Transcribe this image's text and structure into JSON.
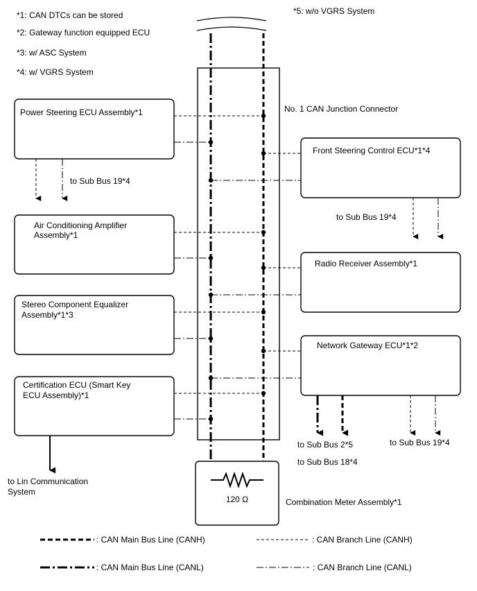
{
  "notes": {
    "n1": "*1: CAN DTCs can be stored",
    "n2": "*2: Gateway function equipped ECU",
    "n3": "*3: w/ ASC System",
    "n4": "*4: w/ VGRS System",
    "n5": "*5: w/o VGRS System"
  },
  "junction": {
    "label": "No. 1 CAN Junction Connector"
  },
  "ecus": {
    "power_steering": {
      "line1": "Power Steering ECU Assembly*1"
    },
    "air_conditioning": {
      "line1": "Air Conditioning Amplifier",
      "line2": "Assembly*1"
    },
    "stereo": {
      "line1": "Stereo Component Equalizer",
      "line2": "Assembly*1*3"
    },
    "certification": {
      "line1": "Certification ECU (Smart Key",
      "line2": "ECU Assembly)*1"
    },
    "front_steering": {
      "line1": "Front Steering Control ECU*1*4"
    },
    "radio": {
      "line1": "Radio Receiver Assembly*1"
    },
    "gateway": {
      "line1": "Network Gateway ECU*1*2"
    }
  },
  "sub_bus": {
    "ps": "to Sub Bus 19*4",
    "fs": "to Sub Bus 19*4",
    "gw_a": "to Sub Bus 2*5",
    "gw_b": "to Sub Bus 18*4",
    "gw_c": "to Sub Bus 19*4",
    "lin_line1": "to Lin Communication",
    "lin_line2": "System"
  },
  "meter": {
    "resistor": "120 Ω",
    "label": "Combination Meter Assembly*1"
  },
  "legend": {
    "main_canh": ": CAN Main Bus Line (CANH)",
    "main_canl": ": CAN Main Bus Line (CANL)",
    "branch_canh": ": CAN Branch Line (CANH)",
    "branch_canl": ": CAN Branch Line (CANL)"
  }
}
